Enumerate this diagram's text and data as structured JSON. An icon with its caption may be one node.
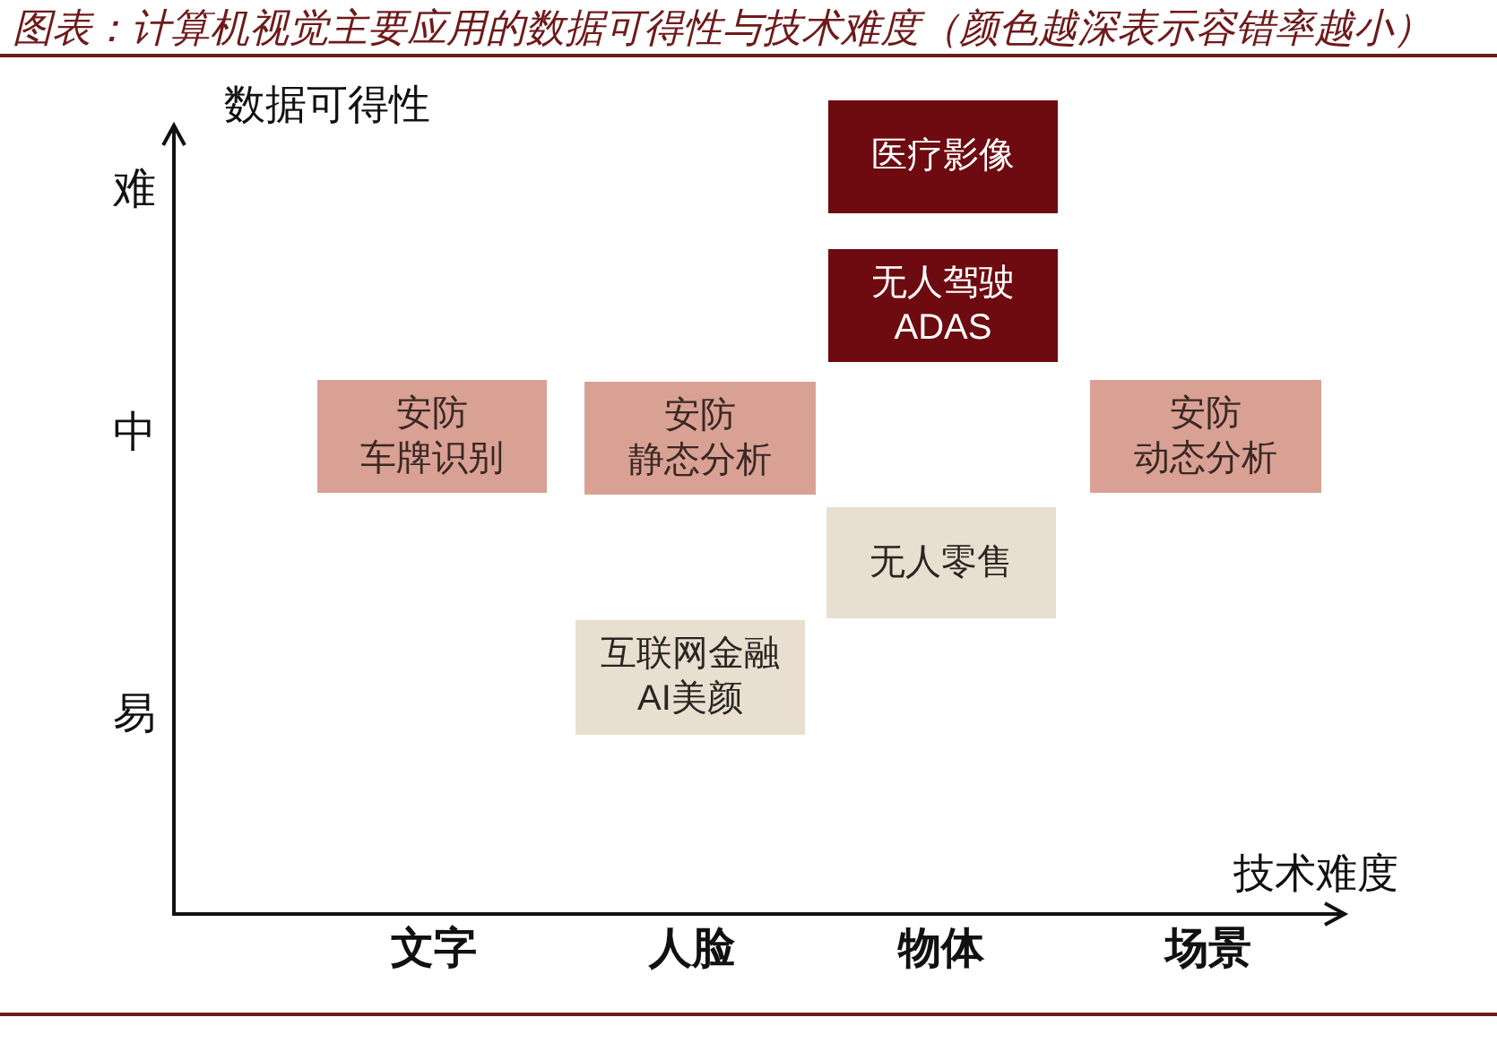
{
  "diagram": {
    "title": "图表：计算机视觉主要应用的数据可得性与技术难度（颜色越深表示容错率越小）",
    "nodes": [
      {
        "text": [
          "医疗影像"
        ]
      },
      {
        "text": [
          "无人驾驶",
          "ADAS"
        ]
      },
      {
        "text": [
          "安防",
          "车牌识别"
        ]
      },
      {
        "text": [
          "安防",
          "静态分析"
        ]
      },
      {
        "text": [
          "安防",
          "动态分析"
        ]
      },
      {
        "text": [
          "无人零售"
        ]
      },
      {
        "text": [
          "互联网金融",
          "AI美颜"
        ]
      }
    ],
    "labels": [
      "数据可得性",
      "难",
      "中",
      "易",
      "技术难度",
      "文字",
      "人脸",
      "物体",
      "场景"
    ]
  }
}
